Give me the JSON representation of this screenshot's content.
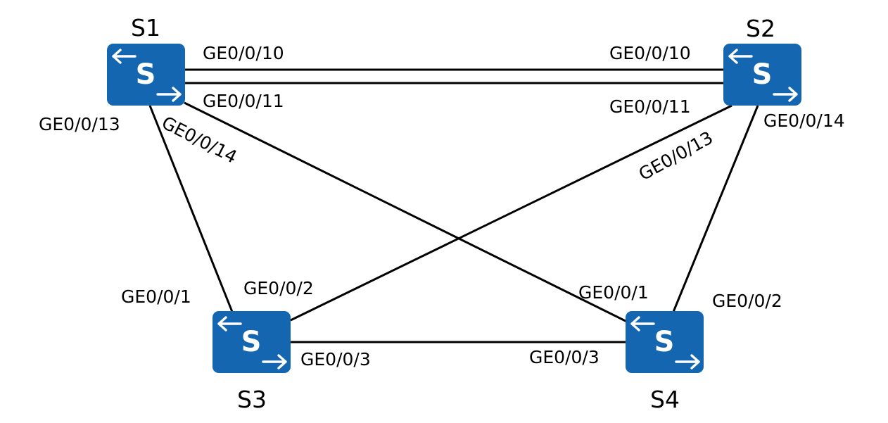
{
  "switch_icon_letter": "S",
  "colors": {
    "switch_fill": "#1566b0",
    "switch_arrows": "#ffffff",
    "link": "#000000",
    "text": "#000000",
    "background": "#ffffff"
  },
  "switches": [
    {
      "id": "s1",
      "label": "S1",
      "icon": "switch-icon"
    },
    {
      "id": "s2",
      "label": "S2",
      "icon": "switch-icon"
    },
    {
      "id": "s3",
      "label": "S3",
      "icon": "switch-icon"
    },
    {
      "id": "s4",
      "label": "S4",
      "icon": "switch-icon"
    }
  ],
  "links": [
    {
      "from": "S1",
      "from_port": "GE0/0/10",
      "to": "S2",
      "to_port": "GE0/0/10"
    },
    {
      "from": "S1",
      "from_port": "GE0/0/11",
      "to": "S2",
      "to_port": "GE0/0/11"
    },
    {
      "from": "S1",
      "from_port": "GE0/0/13",
      "to": "S3",
      "to_port": "GE0/0/1"
    },
    {
      "from": "S1",
      "from_port": "GE0/0/14",
      "to": "S4",
      "to_port": "GE0/0/1"
    },
    {
      "from": "S2",
      "from_port": "GE0/0/13",
      "to": "S3",
      "to_port": "GE0/0/2"
    },
    {
      "from": "S2",
      "from_port": "GE0/0/14",
      "to": "S4",
      "to_port": "GE0/0/2"
    },
    {
      "from": "S3",
      "from_port": "GE0/0/3",
      "to": "S4",
      "to_port": "GE0/0/3"
    }
  ]
}
